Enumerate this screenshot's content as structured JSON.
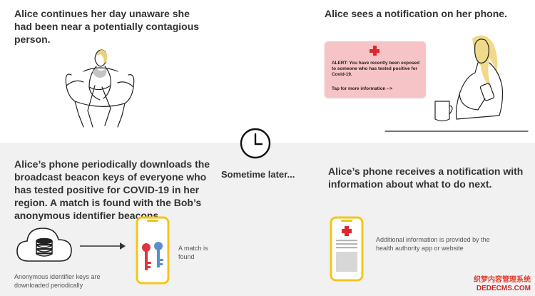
{
  "panels": {
    "top_left": {
      "caption": "Alice continues her day unaware she had been near a potentially contagious person."
    },
    "top_right": {
      "caption": "Alice sees a notification on her phone.",
      "alert": {
        "text": "ALERT: You have recently been exposed to someone who has tested positive for Covid-19.",
        "tap": "Tap for more information -->"
      }
    },
    "center": {
      "label": "Sometime later..."
    },
    "bottom_left": {
      "caption": "Alice’s phone periodically downloads the broadcast beacon keys of everyone who has tested positive for COVID-19 in her region. A match is found with the Bob’s anonymous identifier beacons.",
      "keys_caption": "Anonymous identifier keys are downloaded periodically",
      "match_label": "A match is found"
    },
    "bottom_right": {
      "caption": "Alice’s phone receives a notification with information about what to do next.",
      "info_caption": "Additional information is provided by the health authority app or website"
    }
  },
  "watermark": {
    "line1": "织梦内容管理系统",
    "line2": "DEDECMS.COM"
  },
  "colors": {
    "alert_bg": "#f6c4c6",
    "cross_red": "#e0262e",
    "phone_yellow": "#f5c518",
    "key_red": "#d8373f",
    "key_blue": "#5b8fc9",
    "bottom_bg": "#f1f1f1"
  },
  "icons": [
    "clock-icon",
    "cloud-database-icon",
    "arrow-right-icon",
    "phone-icon",
    "key-icon",
    "medical-cross-icon"
  ]
}
